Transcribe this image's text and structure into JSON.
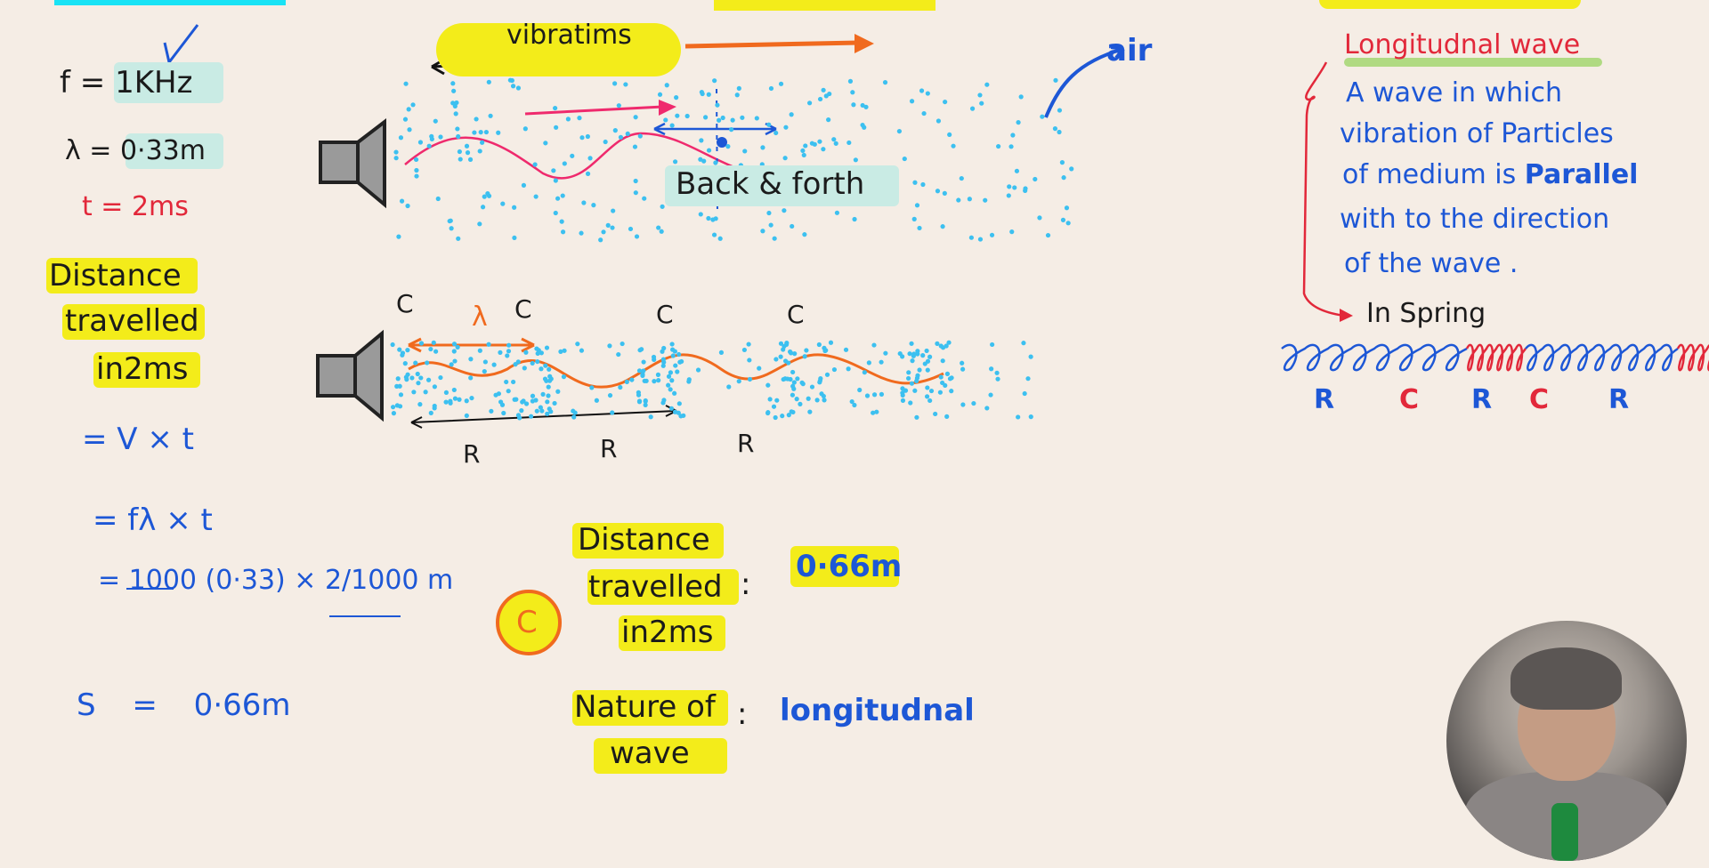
{
  "left_calc": {
    "frequency": "f = 1KHz",
    "wavelength": "λ = 0·33m",
    "time": "t = 2ms",
    "question_lines": [
      "Distance",
      "travelled",
      "in2ms"
    ],
    "step1": "= V × t",
    "step2": "= fλ × t",
    "step3": "= 1000 (0·33) × 2/1000 m",
    "result": "S = 0·66m"
  },
  "top_diagram": {
    "vibrations_label": "vibratims",
    "air_label": "air",
    "back_forth_label": "Back & forth"
  },
  "bottom_diagram": {
    "compression_labels": [
      "C",
      "C",
      "C",
      "C"
    ],
    "rarefaction_labels": [
      "R",
      "R",
      "R"
    ],
    "wavelength_label": "λ"
  },
  "answer": {
    "option": "C",
    "distance_lines": [
      "Distance",
      "travelled",
      "in2ms"
    ],
    "distance_value": "0·66m",
    "nature_lines": [
      "Nature of",
      "wave"
    ],
    "nature_value": "longitudnal"
  },
  "definition": {
    "title": "Longitudnal wave",
    "lines": [
      "A wave  in which",
      "vibration of Particles",
      "of medium is",
      "with to the direction",
      "of the wave ."
    ],
    "emphasis": "Parallel",
    "spring_label": "In Spring",
    "spring_labels": [
      "R",
      "C",
      "R",
      "C",
      "R"
    ]
  },
  "colors": {
    "blue": "#1d57d6",
    "red": "#e2283a",
    "orange": "#f06a1e",
    "dots": "#3cc0f0",
    "highlight": "#f3ec1a"
  }
}
